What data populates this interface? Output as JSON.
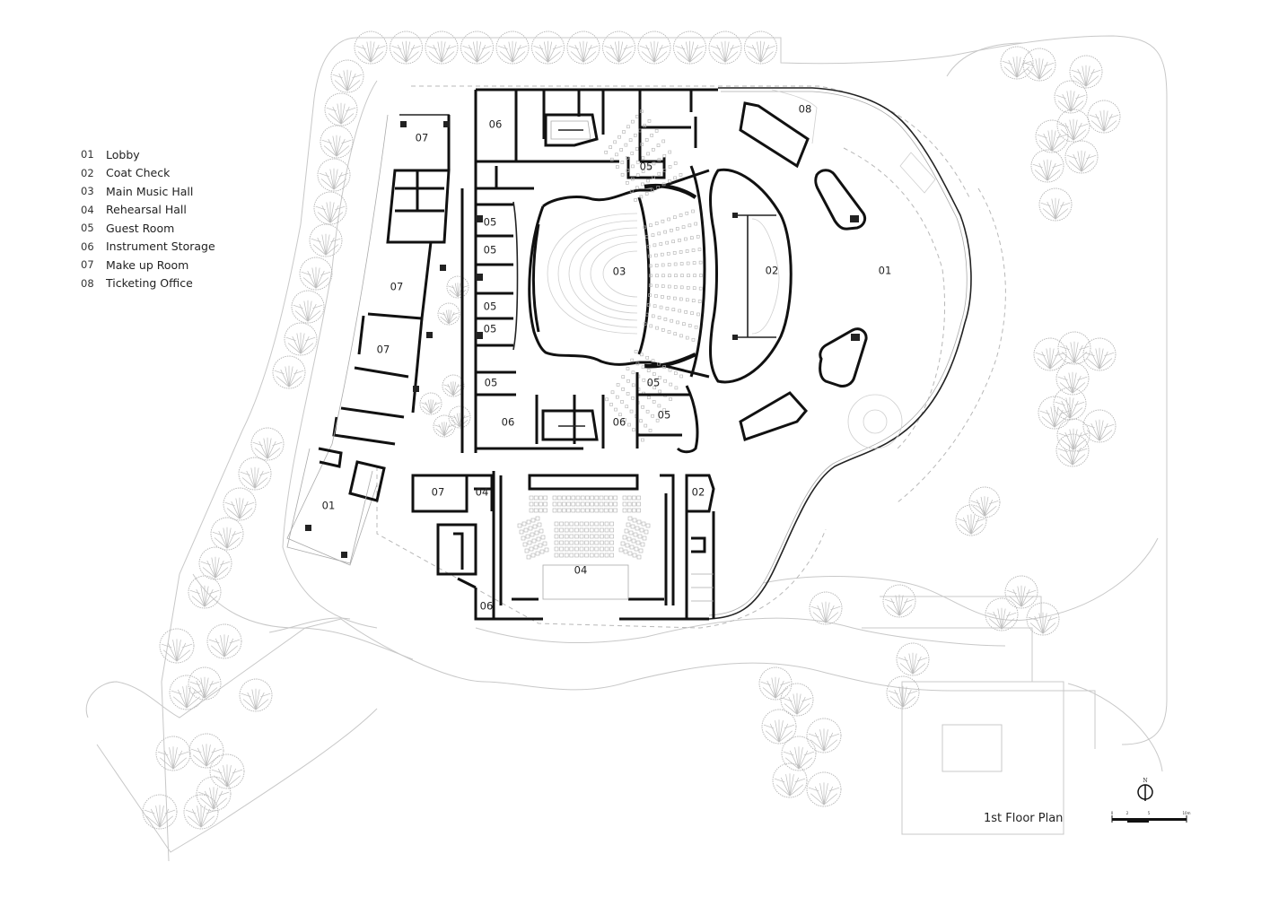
{
  "legend": {
    "items": [
      {
        "code": "01",
        "name": "Lobby"
      },
      {
        "code": "02",
        "name": "Coat Check"
      },
      {
        "code": "03",
        "name": "Main Music Hall"
      },
      {
        "code": "04",
        "name": "Rehearsal Hall"
      },
      {
        "code": "05",
        "name": "Guest Room"
      },
      {
        "code": "06",
        "name": "Instrument Storage"
      },
      {
        "code": "07",
        "name": "Make up Room"
      },
      {
        "code": "08",
        "name": "Ticketing Office"
      }
    ]
  },
  "title": "1st Floor Plan",
  "north_arrow": {
    "label": "N"
  },
  "scale_bar": {
    "ticks": [
      "0",
      "2",
      "5",
      "10m"
    ]
  },
  "rooms": {
    "lobby_main": "01",
    "lobby_west": "01",
    "coat_check_main": "02",
    "coat_check_south": "02",
    "main_hall": "03",
    "rehearsal_hall": "04",
    "rehearsal_annex": "04",
    "guest_north": "05",
    "guest_w1": "05",
    "guest_w2": "05",
    "guest_w3": "05",
    "guest_w4": "05",
    "guest_sw": "05",
    "guest_se_small": "05",
    "guest_se": "05",
    "storage_north": "06",
    "storage_south_w": "06",
    "storage_south_e": "06",
    "storage_rehearsal": "06",
    "makeup_top": "07",
    "makeup_mid": "07",
    "makeup_low": "07",
    "makeup_south": "07",
    "ticketing": "08"
  },
  "colors": {
    "wall": "#111111",
    "site_line": "#c8c8c8",
    "text": "#222222"
  }
}
